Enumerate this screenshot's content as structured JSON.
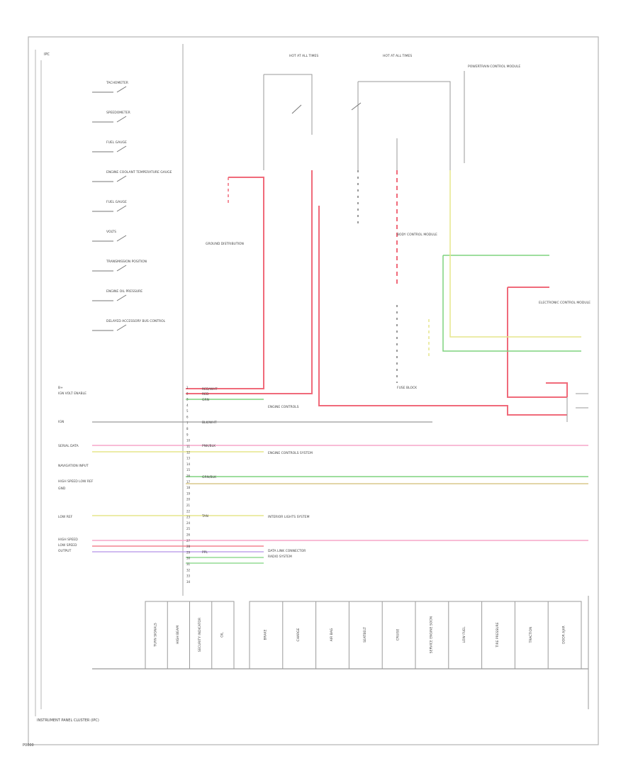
{
  "diagram": {
    "footer_label": "INSTRUMENT PANEL CLUSTER (IPC)",
    "corner_label": "P0000",
    "header_tag": "IPC",
    "sources": [
      {
        "label": "HOT AT ALL TIMES"
      },
      {
        "label": "HOT AT ALL TIMES"
      }
    ],
    "right_top_note": "POWERTRAIN CONTROL MODULE",
    "left_components": [
      {
        "label": "TACHOMETER"
      },
      {
        "label": "SPEEDOMETER"
      },
      {
        "label": "FUEL GAUGE"
      },
      {
        "label": "ENGINE COOLANT TEMPERATURE GAUGE"
      },
      {
        "label": "FUEL GAUGE"
      },
      {
        "label": "VOLTS"
      },
      {
        "label": "TRANSMISSION POSITION"
      },
      {
        "label": "ENGINE OIL PRESSURE"
      },
      {
        "label": "DELAYED ACCESSORY BUS CONTROL"
      }
    ],
    "left_pin_labels": [
      {
        "label": "B+"
      },
      {
        "label": "IGN VOLT ENABLE"
      },
      {
        "label": "IGN"
      },
      {
        "label": "SERIAL DATA"
      },
      {
        "label": "NAVIGATION INPUT"
      },
      {
        "label": "HIGH SPEED LOW REF"
      },
      {
        "label": "GND"
      },
      {
        "label": "LOW REF"
      },
      {
        "label": "HIGH SPEED"
      },
      {
        "label": "LOW SPEED"
      },
      {
        "label": "OUTPUT"
      }
    ],
    "wire_labels": [
      {
        "label": "RED/WHT"
      },
      {
        "label": "RED"
      },
      {
        "label": "GRN"
      },
      {
        "label": "BLK/WHT"
      },
      {
        "label": "PNK/BLK"
      },
      {
        "label": "GRN/BLK"
      },
      {
        "label": "TAN"
      },
      {
        "label": "PPL"
      }
    ],
    "connector_labels": [
      {
        "label": "ENGINE CONTROLS"
      },
      {
        "label": "ENGINE CONTROLS SYSTEM"
      },
      {
        "label": "INTERIOR LIGHTS SYSTEM"
      },
      {
        "label": "DATA LINK CONNECTOR"
      },
      {
        "label": "RADIO SYSTEM"
      },
      {
        "label": "BODY CONTROL MODULE"
      },
      {
        "label": "ELECTRONIC CONTROL MODULE"
      },
      {
        "label": "FUSE BLOCK"
      },
      {
        "label": "GROUND DISTRIBUTION"
      }
    ],
    "bottom_modules": [
      {
        "label": "TURN SIGNALS"
      },
      {
        "label": "HIGH BEAM"
      },
      {
        "label": "SECURITY INDICATOR"
      },
      {
        "label": "OIL"
      },
      {
        "label": "BRAKE"
      },
      {
        "label": "CHARGE"
      },
      {
        "label": "AIR BAG"
      },
      {
        "label": "SEATBELT"
      },
      {
        "label": "CRUISE"
      },
      {
        "label": "SERVICE ENGINE SOON"
      },
      {
        "label": "LOW FUEL"
      },
      {
        "label": "TIRE PRESSURE"
      },
      {
        "label": "TRACTION"
      },
      {
        "label": "DOOR AJAR"
      }
    ],
    "colors": {
      "frame": "#b5b5b5",
      "red": "#f06a7a",
      "pink": "#f5a6c8",
      "green": "#7ed37e",
      "yellow": "#e6e68c",
      "tan": "#d9c98a",
      "grey": "#9a9a9a",
      "violet": "#b592e6"
    }
  }
}
